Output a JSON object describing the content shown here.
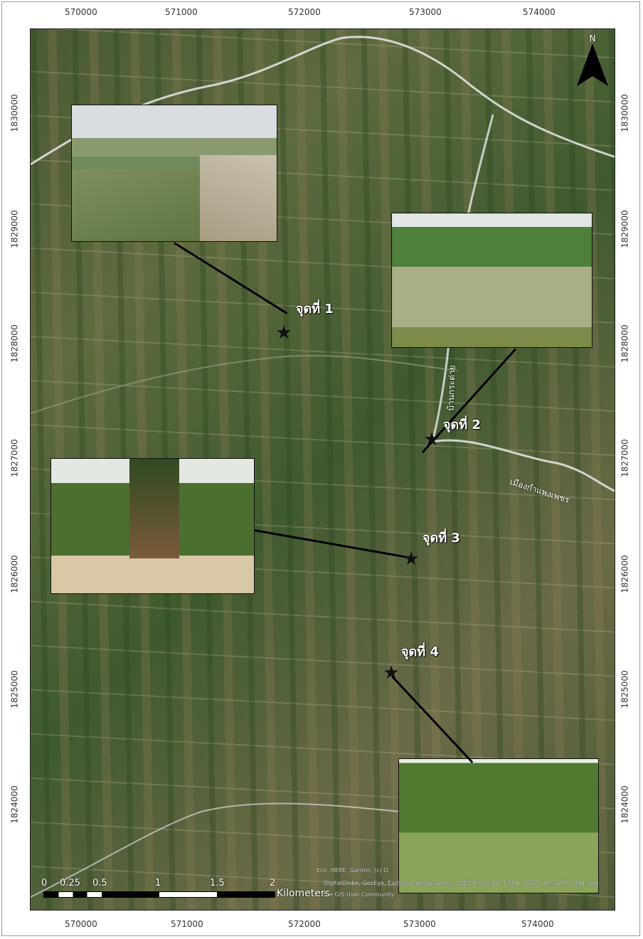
{
  "map": {
    "x_ticks": [
      "570000",
      "571000",
      "572000",
      "573000",
      "574000"
    ],
    "y_ticks": [
      "1830000",
      "1829000",
      "1828000",
      "1827000",
      "1826000",
      "1825000",
      "1824000"
    ],
    "north_label": "N",
    "points": [
      {
        "label": "จุดที่ 1"
      },
      {
        "label": "จุดที่ 2"
      },
      {
        "label": "จุดที่ 3"
      },
      {
        "label": "จุดที่ 4"
      }
    ],
    "road_labels": [
      "เมืองกำแพงเพชร",
      "บ้านกระต่าย"
    ],
    "scale_bar": {
      "ticks": [
        "0",
        "0.25",
        "0.5",
        "1",
        "1.5",
        "2"
      ],
      "unit": "Kilometers"
    },
    "attribution": [
      "Esri, HERE, Garmin, (c) O",
      "DigitalGlobe, GeoEye, Earthstar Geographics, CNES/Airbus DS, USDA, USGS, AeroGRID, IGN, and",
      "the GIS User Community"
    ]
  }
}
